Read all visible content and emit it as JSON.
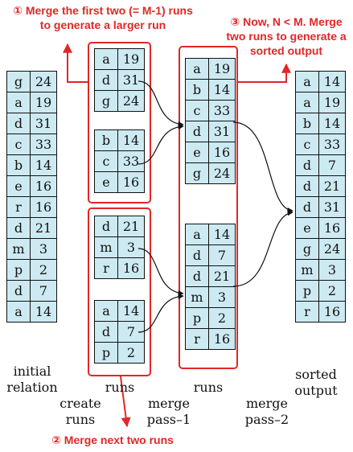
{
  "tables": {
    "initial_relation": [
      [
        "g",
        "24"
      ],
      [
        "a",
        "19"
      ],
      [
        "d",
        "31"
      ],
      [
        "c",
        "33"
      ],
      [
        "b",
        "14"
      ],
      [
        "e",
        "16"
      ],
      [
        "r",
        "16"
      ],
      [
        "d",
        "21"
      ],
      [
        "m",
        "3"
      ],
      [
        "p",
        "2"
      ],
      [
        "d",
        "7"
      ],
      [
        "a",
        "14"
      ]
    ],
    "run1": [
      [
        "a",
        "19"
      ],
      [
        "d",
        "31"
      ],
      [
        "g",
        "24"
      ]
    ],
    "run2": [
      [
        "b",
        "14"
      ],
      [
        "c",
        "33"
      ],
      [
        "e",
        "16"
      ]
    ],
    "run3": [
      [
        "d",
        "21"
      ],
      [
        "m",
        "3"
      ],
      [
        "r",
        "16"
      ]
    ],
    "run4": [
      [
        "a",
        "14"
      ],
      [
        "d",
        "7"
      ],
      [
        "p",
        "2"
      ]
    ],
    "merged_run1": [
      [
        "a",
        "19"
      ],
      [
        "b",
        "14"
      ],
      [
        "c",
        "33"
      ],
      [
        "d",
        "31"
      ],
      [
        "e",
        "16"
      ],
      [
        "g",
        "24"
      ]
    ],
    "merged_run2": [
      [
        "a",
        "14"
      ],
      [
        "d",
        "7"
      ],
      [
        "d",
        "21"
      ],
      [
        "m",
        "3"
      ],
      [
        "p",
        "2"
      ],
      [
        "r",
        "16"
      ]
    ],
    "sorted_output": [
      [
        "a",
        "14"
      ],
      [
        "a",
        "19"
      ],
      [
        "b",
        "14"
      ],
      [
        "c",
        "33"
      ],
      [
        "d",
        "7"
      ],
      [
        "d",
        "21"
      ],
      [
        "d",
        "31"
      ],
      [
        "e",
        "16"
      ],
      [
        "g",
        "24"
      ],
      [
        "m",
        "3"
      ],
      [
        "p",
        "2"
      ],
      [
        "r",
        "16"
      ]
    ]
  },
  "labels": {
    "initial_relation": "initial relation",
    "runs_1": "runs",
    "runs_2": "runs",
    "sorted_output": "sorted output",
    "create_runs": "create runs",
    "merge_pass_1": "merge pass–1",
    "merge_pass_2": "merge pass–2"
  },
  "notes": {
    "note1": "① Merge the first two (= M-1) runs to generate a larger run",
    "note2": "② Merge next two runs",
    "note3": "③ Now, N < M. Merge two runs to generate a sorted output"
  },
  "colors": {
    "cell": "#cdeaf2",
    "accent": "#e32626",
    "line": "#111111"
  }
}
